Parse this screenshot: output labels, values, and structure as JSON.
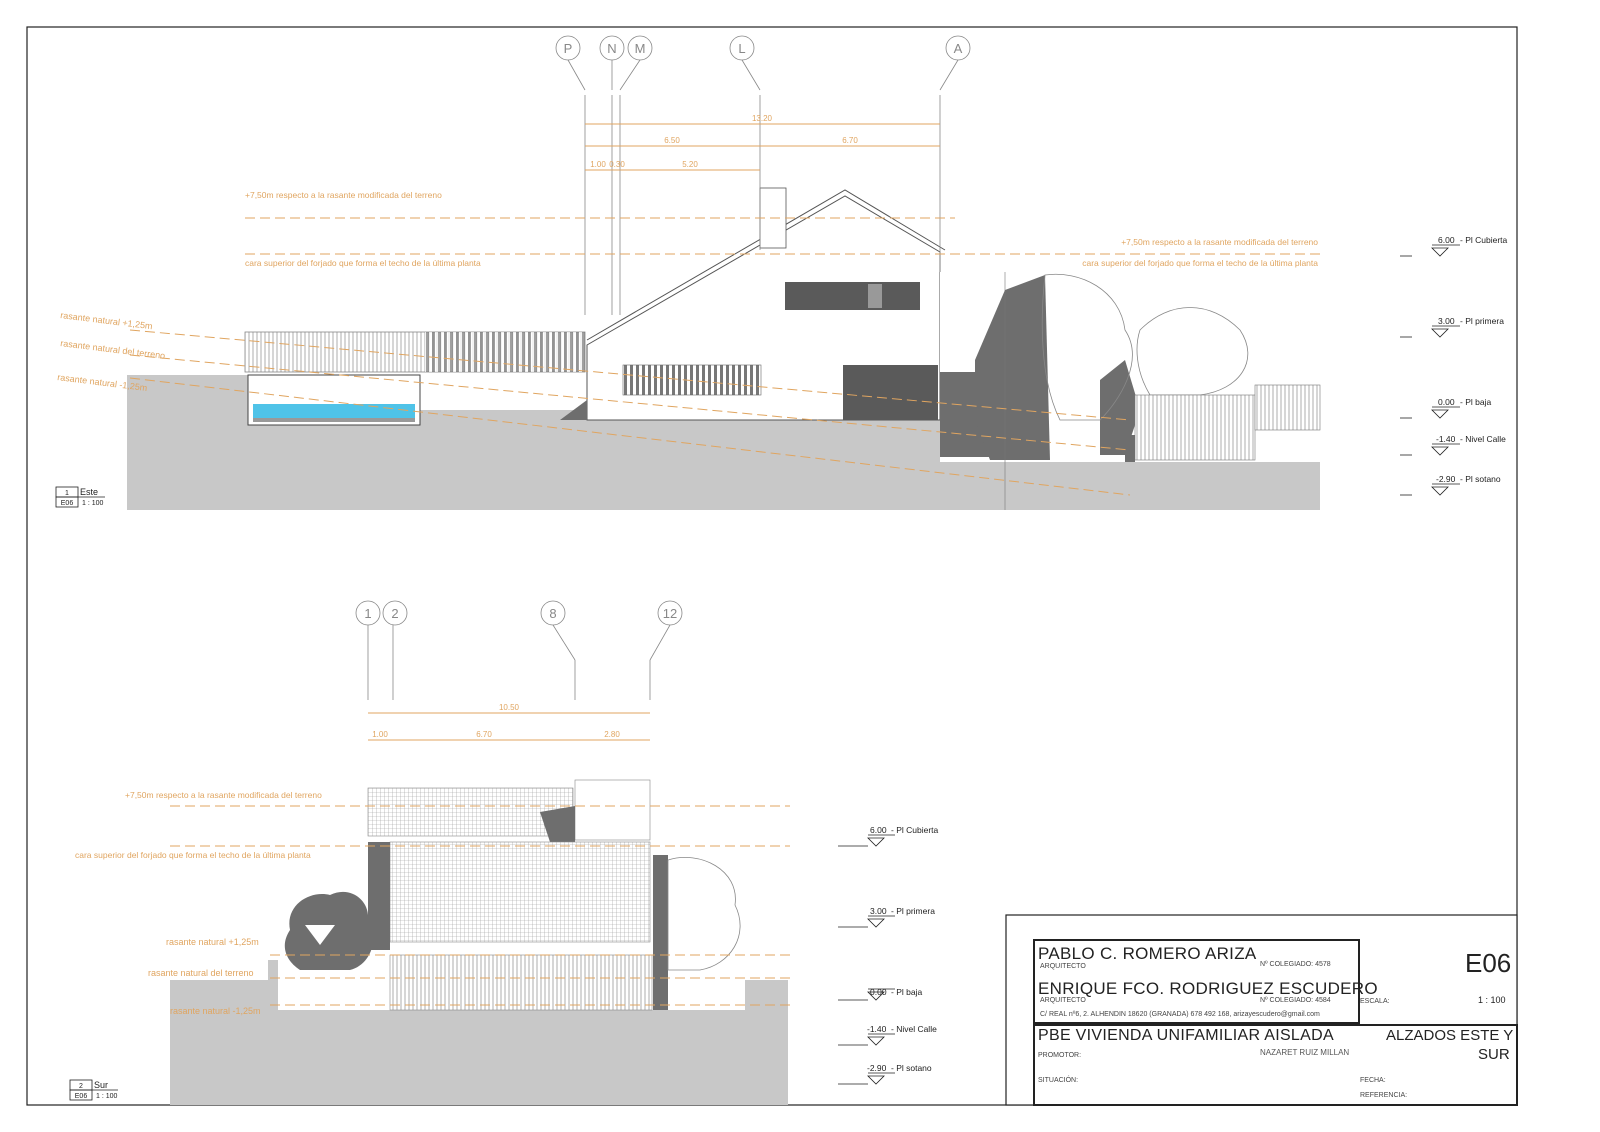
{
  "elevation_este": {
    "grid_labels": [
      "P",
      "N",
      "M",
      "L",
      "A"
    ],
    "dims": {
      "total": "13.20",
      "left": "6.50",
      "right": "6.70",
      "a": "1.00",
      "b": "0.30",
      "c": "5.20"
    },
    "annotations": {
      "height_limit_left": "+7,50m respecto a la rasante modificada del terreno",
      "forjado_left": "cara superior del forjado que forma el techo de la última planta",
      "height_limit_right": "+7,50m respecto a la rasante modificada del terreno",
      "forjado_right": "cara superior del forjado que forma el techo de la última planta",
      "rasante_plus": "rasante natural +1,25m",
      "rasante": "rasante natural del terreno",
      "rasante_minus": "rasante natural -1,25m"
    },
    "levels": [
      {
        "value": "6.00",
        "name": "- Pl Cubierta"
      },
      {
        "value": "3.00",
        "name": "- Pl primera"
      },
      {
        "value": "0.00",
        "name": "- Pl baja"
      },
      {
        "value": "-1.40",
        "name": "- Nivel Calle"
      },
      {
        "value": "-2.90",
        "name": "- Pl sotano"
      }
    ],
    "tag": {
      "num": "1",
      "name": "Este",
      "sheet": "E06",
      "scale": "1 : 100"
    }
  },
  "elevation_sur": {
    "grid_labels": [
      "1",
      "2",
      "8",
      "12"
    ],
    "dims": {
      "total": "10.50",
      "a": "1.00",
      "b": "6.70",
      "c": "2.80"
    },
    "annotations": {
      "height_limit": "+7,50m respecto a la rasante modificada del terreno",
      "forjado": "cara superior del forjado que forma el techo de la última planta",
      "rasante_plus": "rasante natural +1,25m",
      "rasante": "rasante natural del terreno",
      "rasante_minus": "rasante natural -1,25m"
    },
    "levels": [
      {
        "value": "6.00",
        "name": "- Pl Cubierta"
      },
      {
        "value": "3.00",
        "name": "- Pl primera"
      },
      {
        "value": "0.00",
        "name": "- Pl baja"
      },
      {
        "value": "-1.40",
        "name": "- Nivel Calle"
      },
      {
        "value": "-2.90",
        "name": "- Pl sotano"
      }
    ],
    "tag": {
      "num": "2",
      "name": "Sur",
      "sheet": "E06",
      "scale": "1 : 100"
    }
  },
  "title_block": {
    "architect1": "PABLO C. ROMERO ARIZA",
    "role1": "ARQUITECTO",
    "colegiado1": "Nº COLEGIADO: 4578",
    "architect2": "ENRIQUE FCO. RODRIGUEZ ESCUDERO",
    "role2": "ARQUITECTO",
    "colegiado2": "Nº COLEGIADO: 4584",
    "address": "C/ REAL nº6, 2. ALHENDIN 18620 (GRANADA) 678 492 168, arizayescudero@gmail.com",
    "sheet_code": "E06",
    "escala_label": "ESCALA:",
    "escala_value": "1 : 100",
    "project": "PBE VIVIENDA UNIFAMILIAR AISLADA",
    "promotor_label": "PROMOTOR:",
    "promotor": "NAZARET RUIZ MILLAN",
    "drawing_title_1": "ALZADOS ESTE Y",
    "drawing_title_2": "SUR",
    "situacion_label": "SITUACIÓN:",
    "fecha_label": "FECHA:",
    "referencia_label": "REFERENCIA:"
  },
  "colors": {
    "annotation": "#e0a560",
    "pool": "#4fc3e8",
    "ground": "#c8c8c8",
    "shadow": "#6e6e6e",
    "window": "#5a5a5a"
  }
}
